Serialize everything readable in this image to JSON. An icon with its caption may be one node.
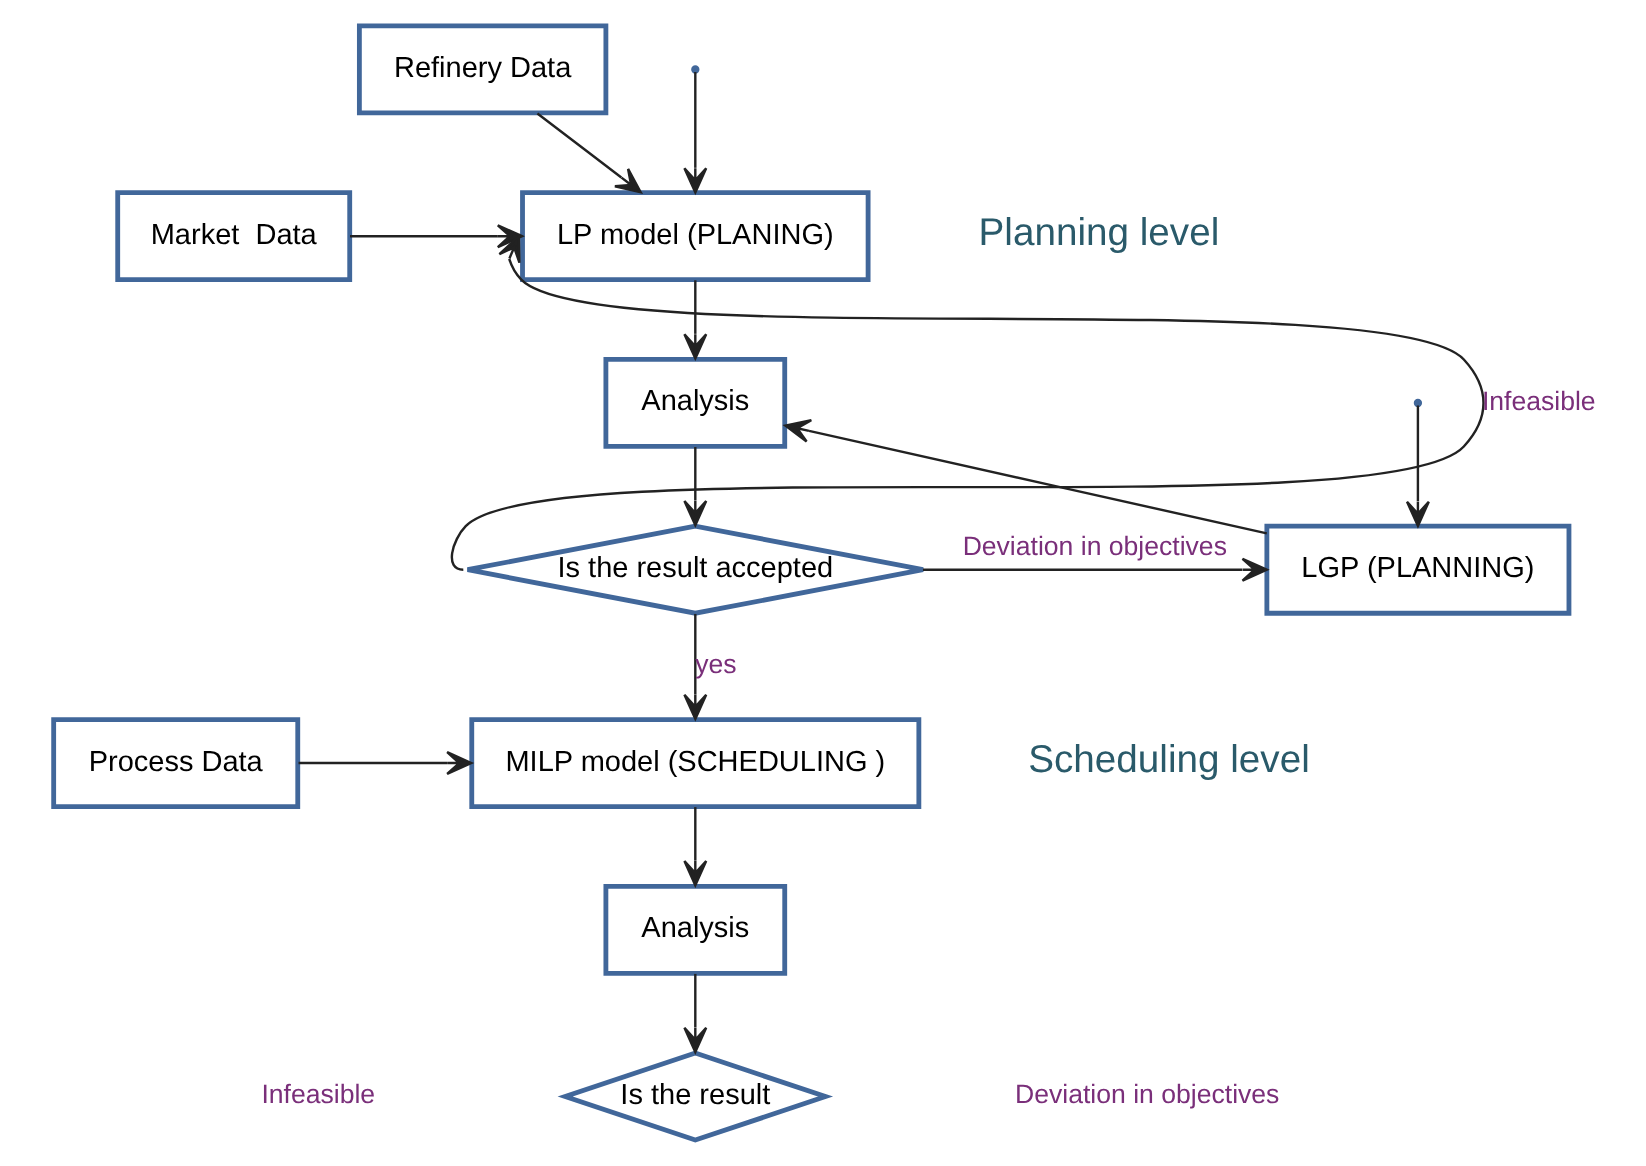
{
  "diagram": {
    "nodes": [
      {
        "text": [
          "Market  Data"
        ]
      },
      {
        "text": [
          "LP model (PLANING)"
        ]
      },
      {
        "text": [
          "Refinery Data"
        ]
      },
      {
        "text": [
          "Analysis"
        ]
      },
      {
        "text": [
          "Is the result accepted"
        ]
      },
      {
        "text": [
          "LGP (PLANNING)"
        ]
      },
      {
        "text": [
          "Process Data"
        ]
      },
      {
        "text": [
          "MILP model (SCHEDULING )"
        ]
      },
      {
        "text": [
          "Analysis"
        ]
      },
      {
        "text": [
          "Is the result"
        ]
      }
    ],
    "edges": [
      {
        "from": 0,
        "to": 1,
        "arrow": "to"
      },
      {
        "from": 2,
        "to": 1,
        "arrow": "to"
      },
      {
        "from": null,
        "to": 1,
        "arrow": "to"
      },
      {
        "from": 4,
        "to": 1,
        "arrow": "to",
        "label": "Infeasible"
      },
      {
        "from": 1,
        "to": 3,
        "arrow": "to"
      },
      {
        "from": 3,
        "to": 4,
        "arrow": "to"
      },
      {
        "from": 4,
        "to": 5,
        "arrow": "to",
        "label": "Deviation in objectives"
      },
      {
        "from": 5,
        "to": 3,
        "arrow": "to"
      },
      {
        "from": null,
        "to": 5,
        "arrow": "to"
      },
      {
        "from": 4,
        "to": 7,
        "arrow": "to",
        "label": "yes"
      },
      {
        "from": 6,
        "to": 7,
        "arrow": "to"
      },
      {
        "from": 7,
        "to": 8,
        "arrow": "to"
      },
      {
        "from": 8,
        "to": 9,
        "arrow": "to"
      }
    ],
    "labels": [
      "Planning level",
      "Scheduling level",
      "Infeasible",
      "Deviation in objectives"
    ]
  }
}
